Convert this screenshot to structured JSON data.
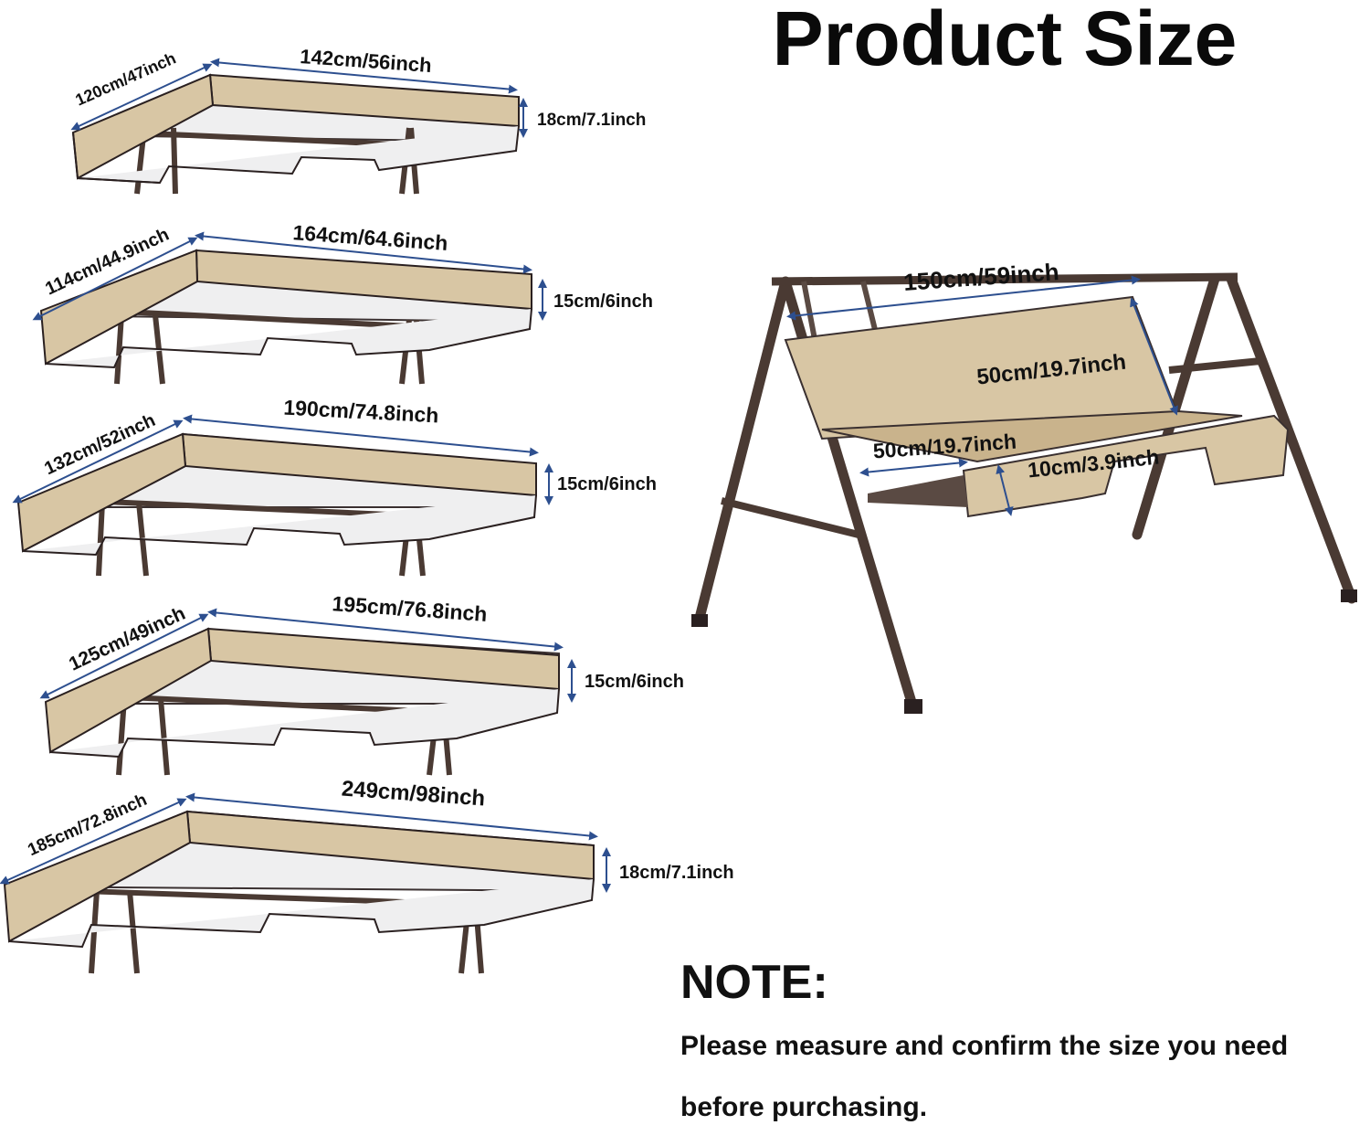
{
  "title": "Product Size",
  "canopies": [
    {
      "length": "142cm/56inch",
      "width": "120cm/47inch",
      "height": "18cm/7.1inch"
    },
    {
      "length": "164cm/64.6inch",
      "width": "114cm/44.9inch",
      "height": "15cm/6inch"
    },
    {
      "length": "190cm/74.8inch",
      "width": "132cm/52inch",
      "height": "15cm/6inch"
    },
    {
      "length": "195cm/76.8inch",
      "width": "125cm/49inch",
      "height": "15cm/6inch"
    },
    {
      "length": "249cm/98inch",
      "width": "185cm/72.8inch",
      "height": "18cm/7.1inch"
    }
  ],
  "cushion": {
    "length": "150cm/59inch",
    "back_height": "50cm/19.7inch",
    "seat_depth": "50cm/19.7inch",
    "thickness": "10cm/3.9inch"
  },
  "note": {
    "heading": "NOTE:",
    "line1": "Please measure and confirm the size you need",
    "line2": "before purchasing."
  },
  "colors": {
    "fabric": "#d8c6a4",
    "fabric_shade": "#c9b38c",
    "underside": "#efeff0",
    "frame": "#4a3a33",
    "arrow": "#2d4f8f"
  }
}
